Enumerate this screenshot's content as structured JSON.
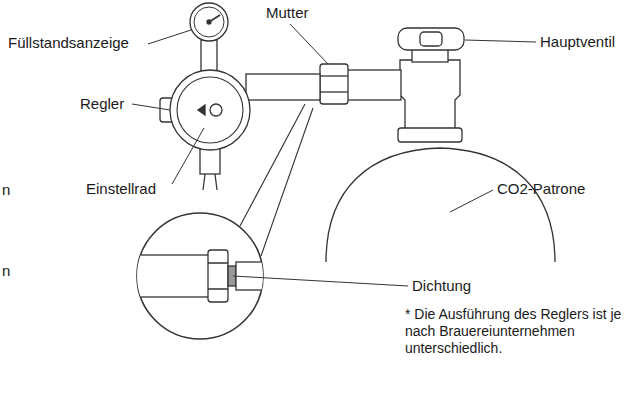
{
  "diagram": {
    "labels": [
      "Mutter",
      "Füllstandsanzeige",
      "Hauptventil",
      "Regler",
      "Einstellrad",
      "CO2-Patrone",
      "Dichtung",
      "* Die Ausführung des Reglers ist je nach Brauereiunternehmen unterschiedlich.",
      "n",
      "n"
    ]
  }
}
